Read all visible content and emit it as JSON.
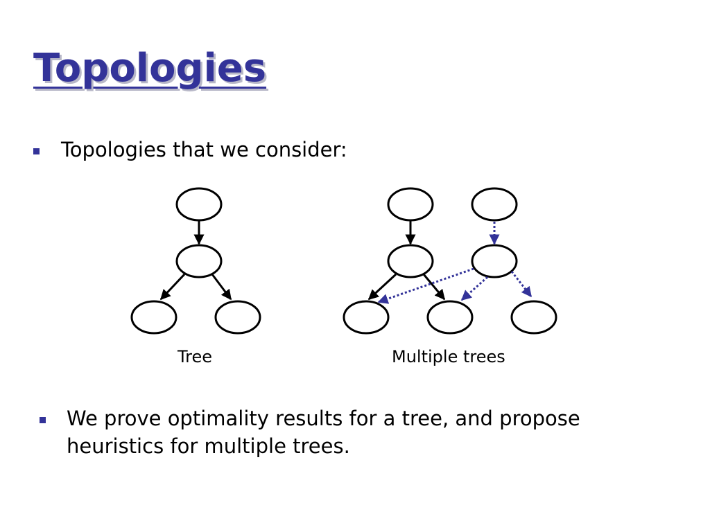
{
  "slide": {
    "title": "Topologies",
    "bullets": [
      "Topologies that we consider:",
      "We prove optimality results for a tree, and propose",
      "heuristics for multiple trees."
    ],
    "diagram_labels": {
      "tree": "Tree",
      "multiple_trees": "Multiple trees"
    },
    "colors": {
      "accent": "#333399",
      "edge_primary": "#000000",
      "edge_secondary": "#333399"
    }
  }
}
